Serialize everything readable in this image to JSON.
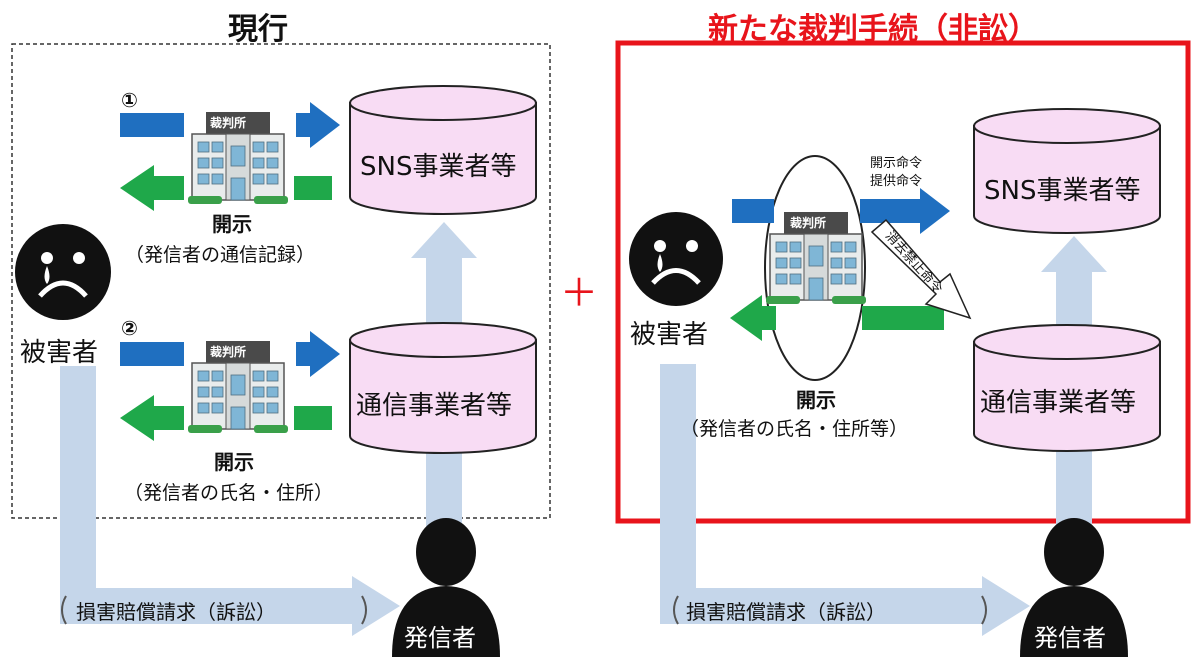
{
  "left_panel": {
    "title": "現行",
    "step1": "①",
    "step2": "②",
    "court_sign": "裁判所",
    "sns": "SNS事業者等",
    "telecom": "通信事業者等",
    "disclose1_head": "開示",
    "disclose1_body": "（発信者の通信記録）",
    "disclose2_head": "開示",
    "disclose2_body": "（発信者の氏名・住所）",
    "victim": "被害者",
    "damages": "損害賠償請求（訴訟）",
    "sender": "発信者"
  },
  "plus": "＋",
  "right_panel": {
    "title": "新たな裁判手続（非訟）",
    "court_sign": "裁判所",
    "order_disclose": "開示命令",
    "order_provide": "提供命令",
    "order_erase": "消去禁止命令",
    "sns": "SNS事業者等",
    "telecom": "通信事業者等",
    "disclose_head": "開示",
    "disclose_body": "（発信者の氏名・住所等）",
    "victim": "被害者",
    "damages": "損害賠償請求（訴訟）",
    "sender": "発信者"
  },
  "colors": {
    "blue_arrow": "#1f6fc0",
    "green_arrow": "#1fa84a",
    "pale_arrow": "#c5d6ea",
    "cylinder_fill": "#f8dcf4",
    "red_frame": "#e8141b"
  }
}
